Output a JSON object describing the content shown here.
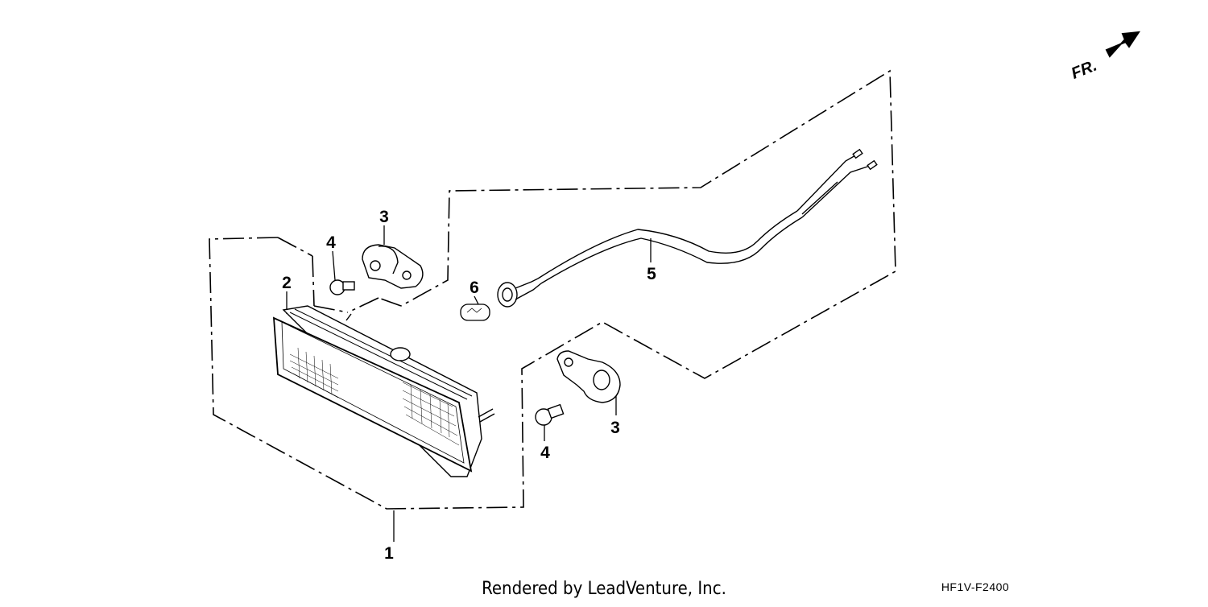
{
  "callouts": [
    {
      "id": "1",
      "label": "1"
    },
    {
      "id": "2",
      "label": "2"
    },
    {
      "id": "3a",
      "label": "3"
    },
    {
      "id": "3b",
      "label": "3"
    },
    {
      "id": "4a",
      "label": "4"
    },
    {
      "id": "4b",
      "label": "4"
    },
    {
      "id": "5",
      "label": "5"
    },
    {
      "id": "6",
      "label": "6"
    }
  ],
  "direction_marker": {
    "label": "FR.",
    "icon": "front-arrow-icon"
  },
  "footer": {
    "rendered_by": "Rendered by LeadVenture, Inc."
  },
  "diagram_code": "HF1V-F2400"
}
